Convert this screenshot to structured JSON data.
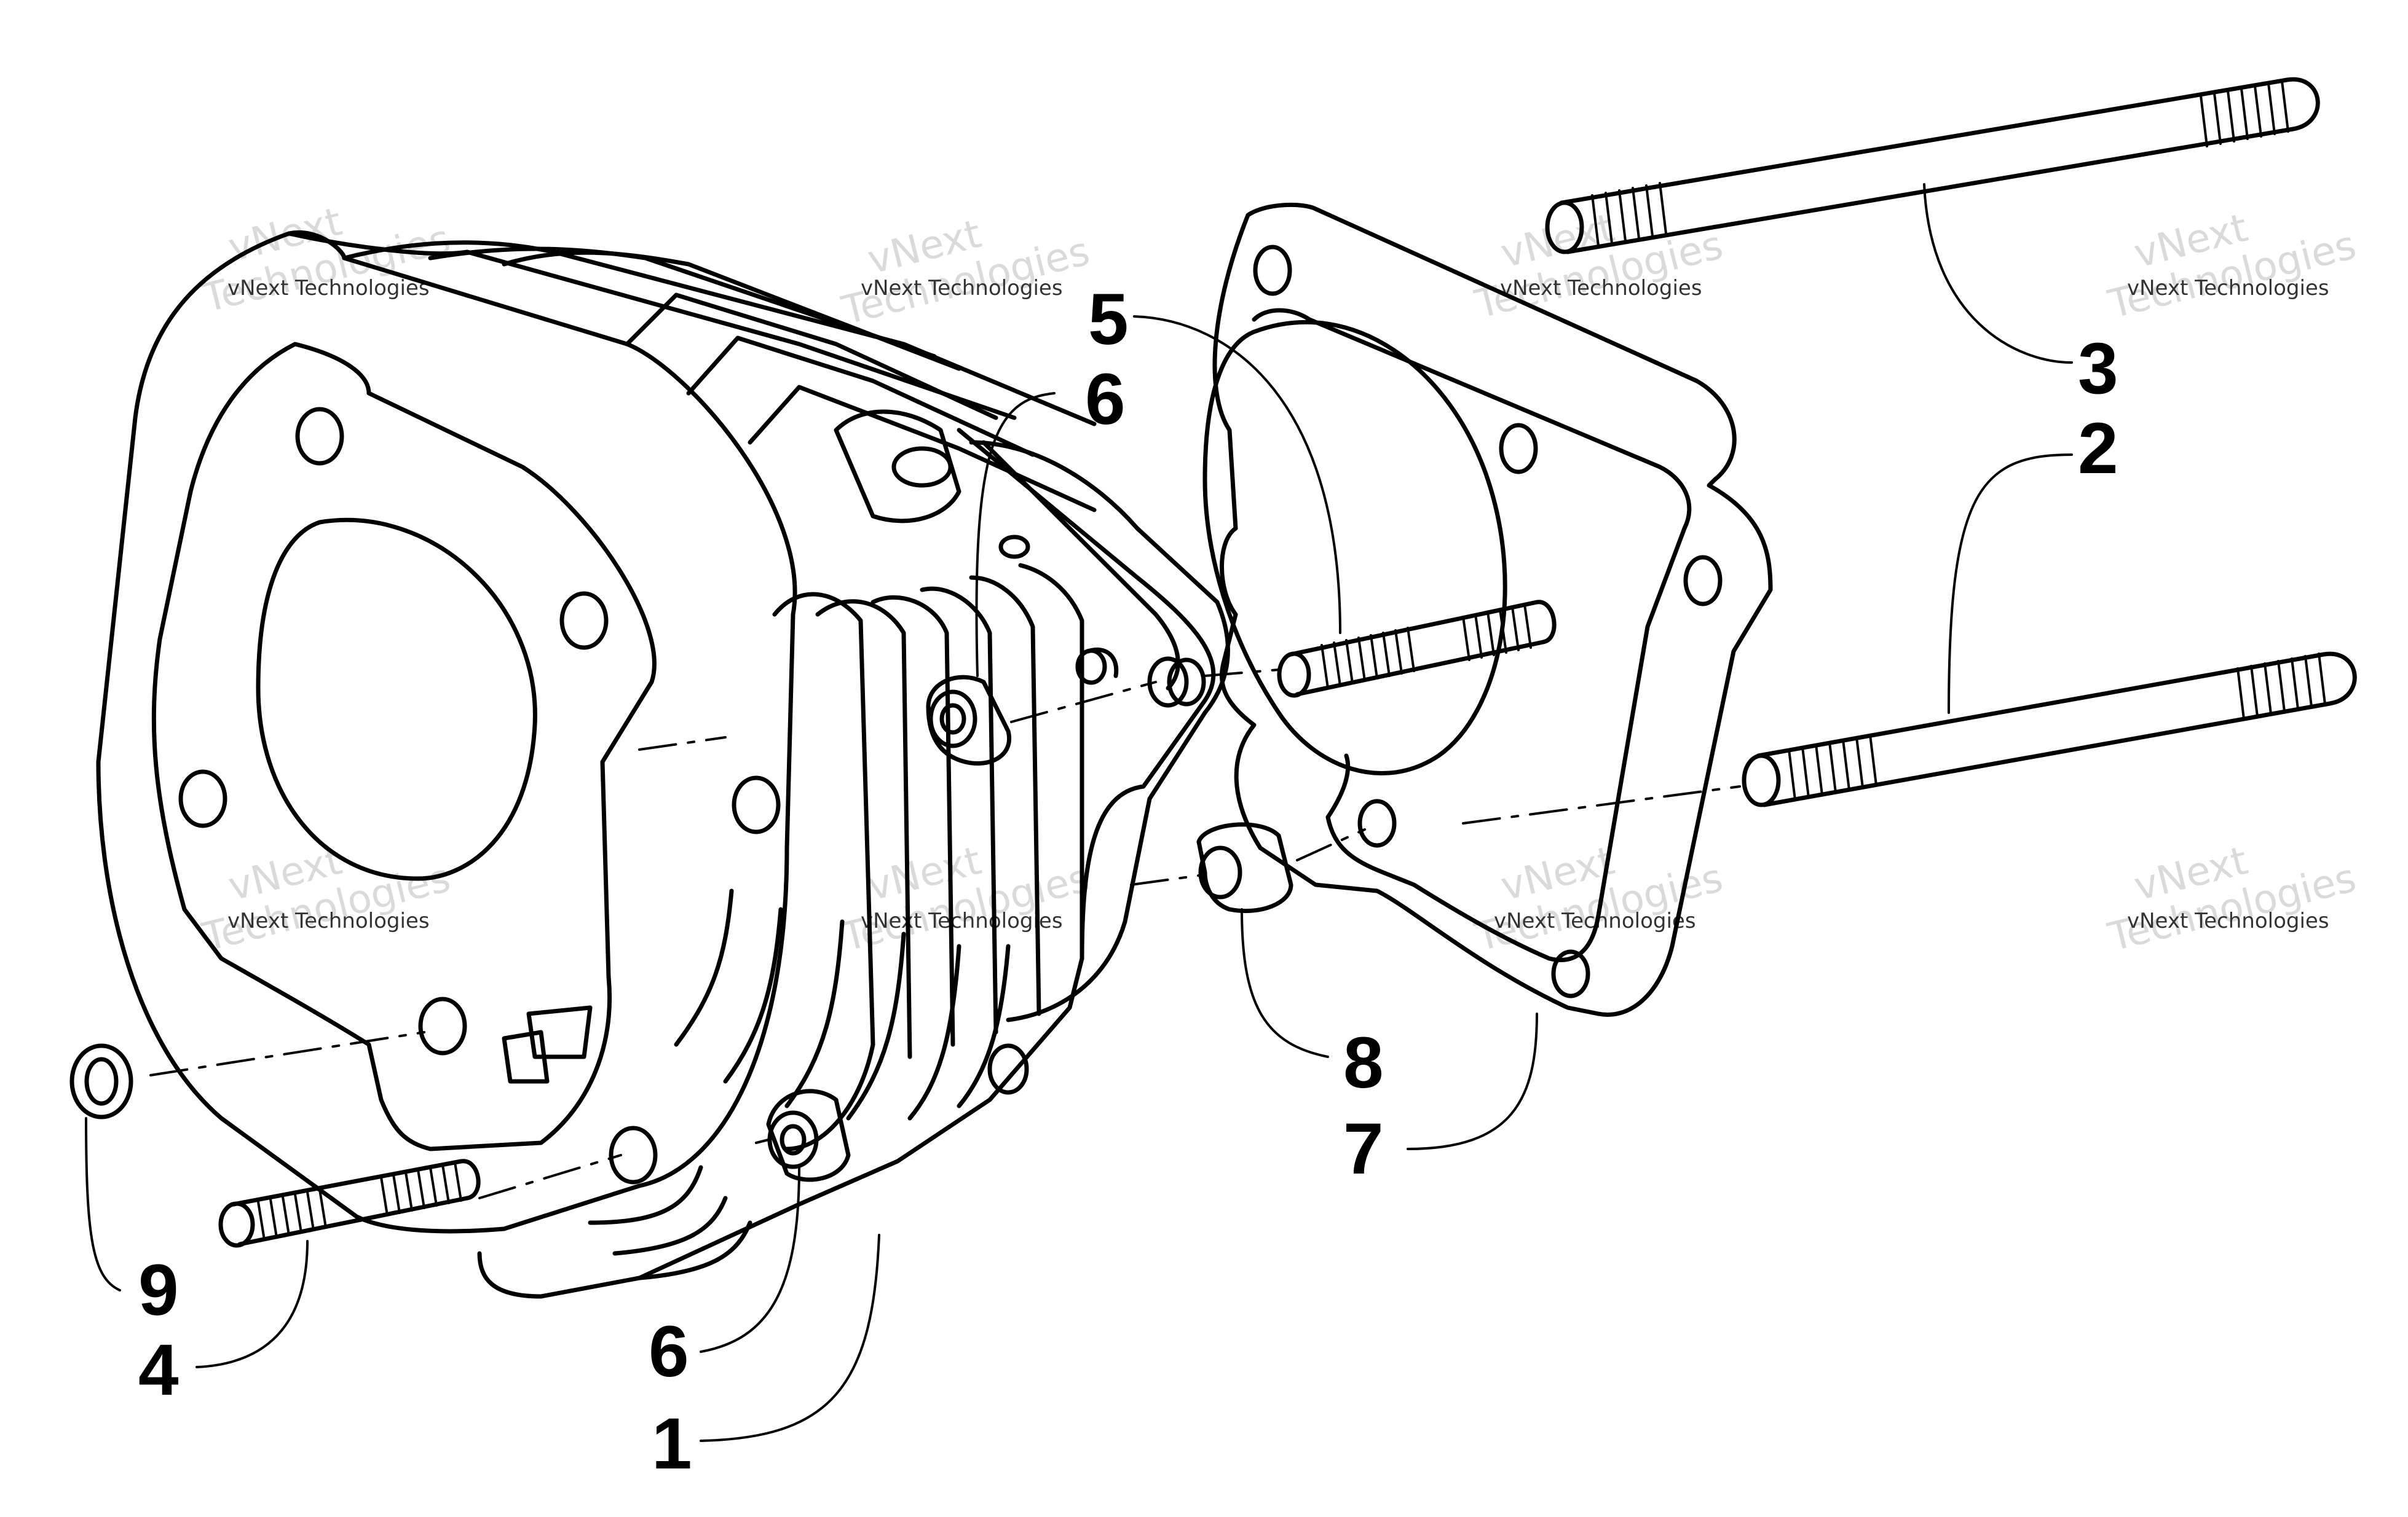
{
  "callouts": [
    {
      "id": "1",
      "label": "1"
    },
    {
      "id": "2",
      "label": "2"
    },
    {
      "id": "3",
      "label": "3"
    },
    {
      "id": "4",
      "label": "4"
    },
    {
      "id": "5",
      "label": "5"
    },
    {
      "id": "6a",
      "label": "6"
    },
    {
      "id": "6b",
      "label": "6"
    },
    {
      "id": "7",
      "label": "7"
    },
    {
      "id": "8",
      "label": "8"
    },
    {
      "id": "9",
      "label": "9"
    }
  ],
  "watermark": {
    "small": "vNext Technologies",
    "big_line1": "vNext",
    "big_line2": "Technologies"
  }
}
